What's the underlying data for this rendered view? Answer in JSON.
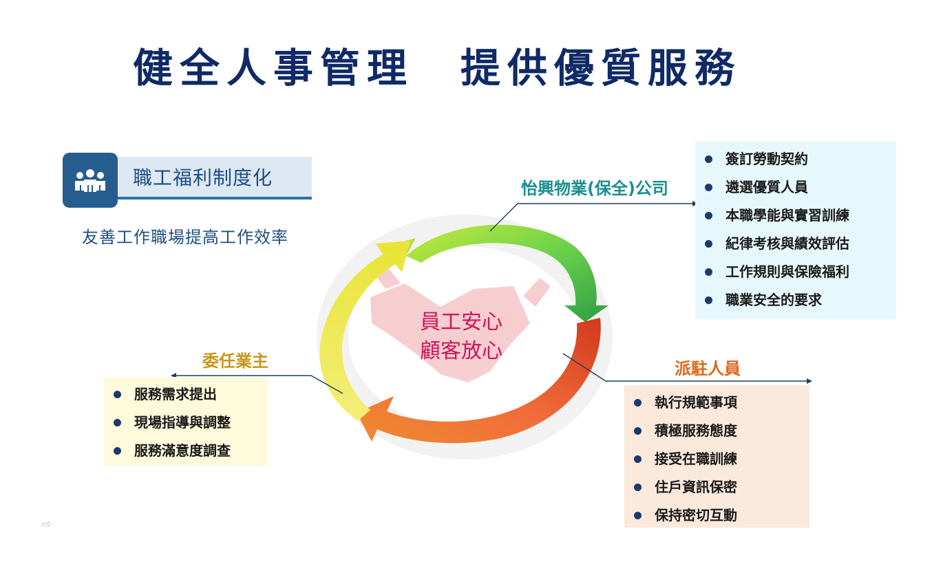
{
  "title": "健全人事管理　提供優質服務",
  "section": {
    "header": "職工福利制度化",
    "subtitle": "友善工作職場提高工作效率"
  },
  "center": {
    "line1": "員工安心",
    "line2": "顧客放心"
  },
  "company": {
    "label": "怡興物業(保全)公司",
    "items": [
      "簽訂勞動契約",
      "遴選優質人員",
      "本職學能與實習訓練",
      "紀律考核與績效評估",
      "工作規則與保險福利",
      "職業安全的要求"
    ]
  },
  "staff": {
    "label": "派駐人員",
    "items": [
      "執行規範事項",
      "積極服務態度",
      "接受在職訓練",
      "住戶資訊保密",
      "保持密切互動"
    ]
  },
  "owner": {
    "label": "委任業主",
    "items": [
      "服務需求提出",
      "現場指導與調整",
      "服務滿意度調查"
    ]
  },
  "colors": {
    "title": "#0f2a66",
    "green_arrow": "#5fc24a",
    "orange_arrow": "#e8622a",
    "yellow_arrow": "#f1e85a",
    "center_text": "#d0135a",
    "company_label": "#1a8f8f",
    "staff_label": "#e0661a",
    "owner_label": "#c9961a"
  }
}
